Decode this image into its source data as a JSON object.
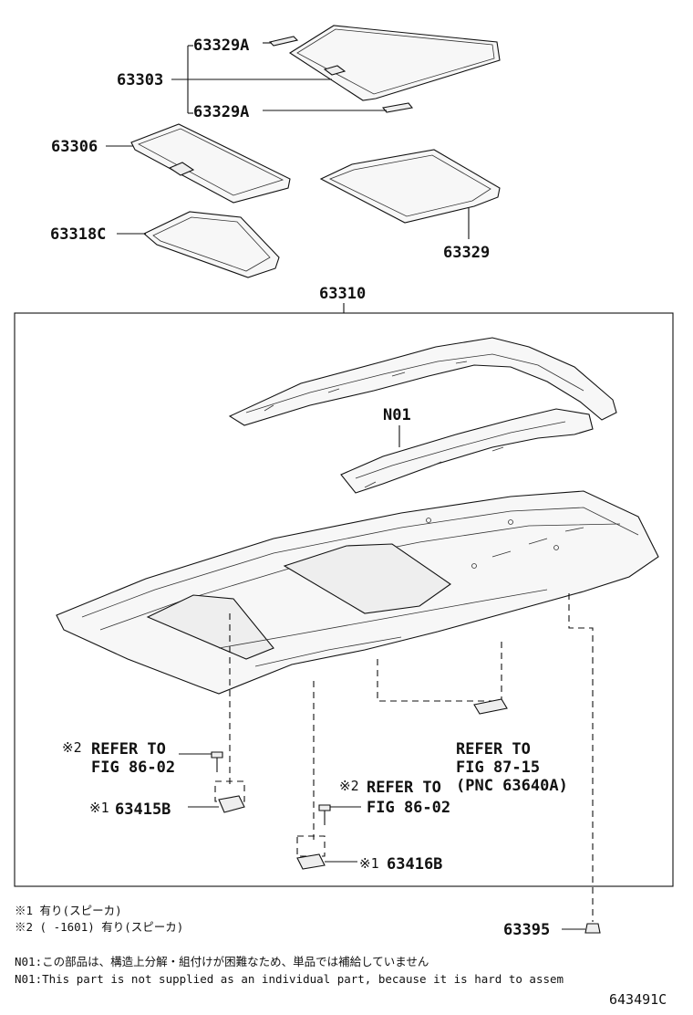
{
  "parts": {
    "p63329A_top": "63329A",
    "p63303": "63303",
    "p63329A_bottom": "63329A",
    "p63306": "63306",
    "p63318C": "63318C",
    "p63329": "63329",
    "p63310": "63310",
    "n01": "N01",
    "p63415B": "63415B",
    "p63416B": "63416B",
    "p63395": "63395"
  },
  "refs": {
    "left_mark": "※2",
    "left_line1": "REFER TO",
    "left_line2": "FIG 86-02",
    "mid_mark": "※2",
    "mid_line1": "REFER TO",
    "mid_line2": "FIG 86-02",
    "right_line1": "REFER TO",
    "right_line2": "FIG 87-15",
    "right_line3": "(PNC 63640A)",
    "mark_63415B": "※1",
    "mark_63416B": "※1"
  },
  "footnotes": {
    "note1": "※1 有り(スピーカ)",
    "note2": "※2 (     -1601) 有り(スピーカ)",
    "n01_jp": "N01:この部品は、構造上分解・組付けが困難なため、単品では補給していません",
    "n01_en": "N01:This part is not supplied as an individual part,  because it is hard to assem"
  },
  "diagram_id": "643491C"
}
